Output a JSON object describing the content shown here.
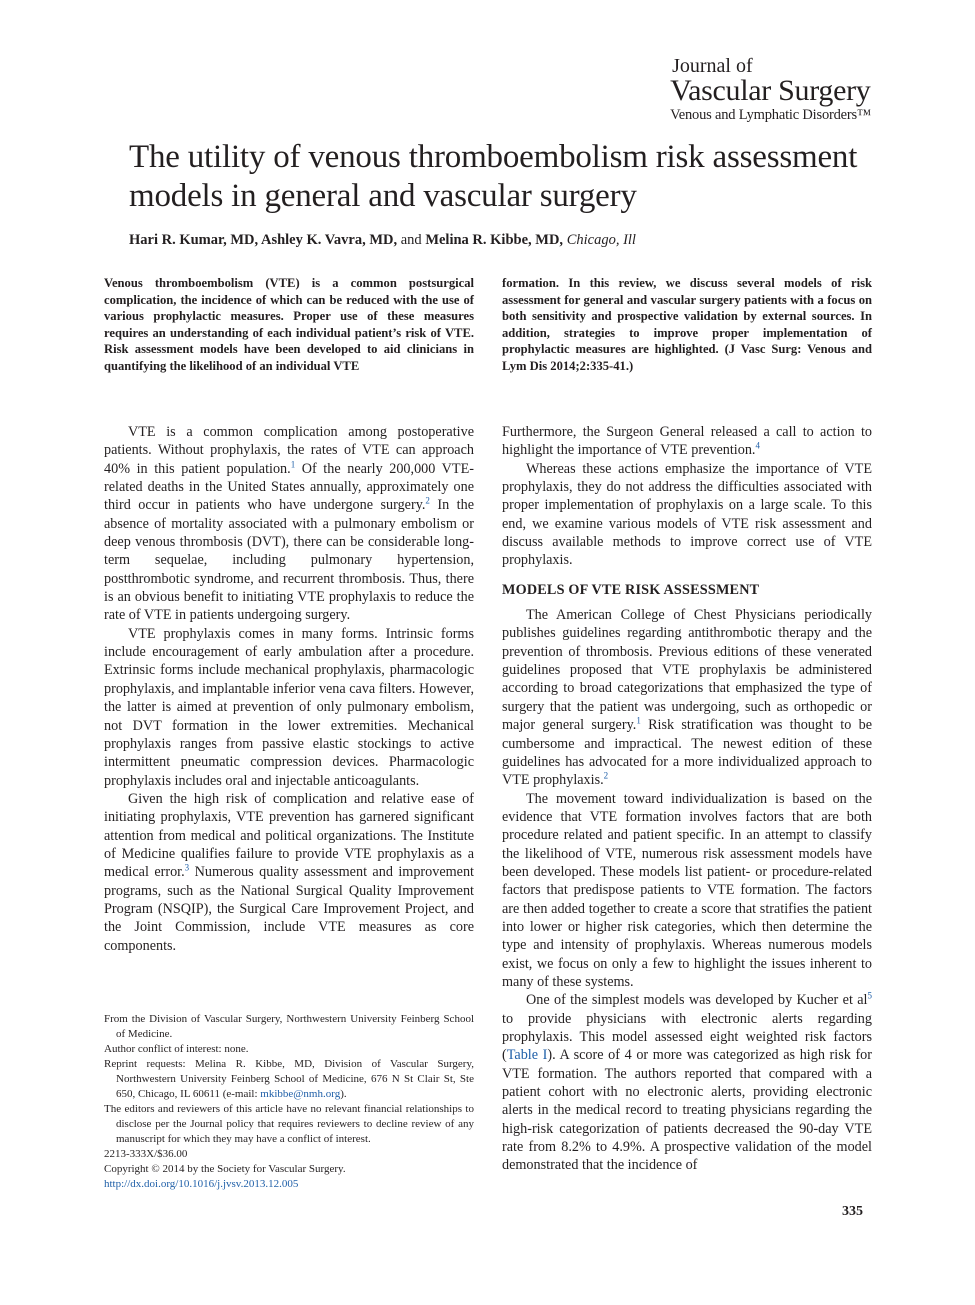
{
  "journal": {
    "line1": "Journal of",
    "line2": "Vascular Surgery",
    "line3": "Venous and Lymphatic Disorders™"
  },
  "title": "The utility of venous thromboembolism risk assessment models in general and vascular surgery",
  "authors": {
    "names": "Hari R. Kumar, MD, Ashley K. Vavra, MD,",
    "and": " and ",
    "last": "Melina R. Kibbe, MD,",
    "location": " Chicago, Ill"
  },
  "abstract": {
    "left": "Venous thromboembolism (VTE) is a common postsurgical complication, the incidence of which can be reduced with the use of various prophylactic measures. Proper use of these measures requires an understanding of each individual patient’s risk of VTE. Risk assessment models have been developed to aid clinicians in quantifying the likelihood of an individual VTE",
    "right": "formation. In this review, we discuss several models of risk assessment for general and vascular surgery patients with a focus on both sensitivity and prospective validation by external sources. In addition, strategies to improve proper implementation of prophylactic measures are highlighted. (J Vasc Surg: Venous and Lym Dis 2014;2:335-41.)"
  },
  "body_left": {
    "p1a": "VTE is a common complication among postoperative patients. Without prophylaxis, the rates of VTE can approach 40% in this patient population.",
    "p1_ref1": "1",
    "p1b": " Of the nearly 200,000 VTE-related deaths in the United States annually, approximately one third occur in patients who have undergone surgery.",
    "p1_ref2": "2",
    "p1c": " In the absence of mortality associated with a pulmonary embolism or deep venous thrombosis (DVT), there can be considerable long-term sequelae, including pulmonary hypertension, postthrombotic syndrome, and recurrent thrombosis. Thus, there is an obvious benefit to initiating VTE prophylaxis to reduce the rate of VTE in patients undergoing surgery.",
    "p2": "VTE prophylaxis comes in many forms. Intrinsic forms include encouragement of early ambulation after a procedure. Extrinsic forms include mechanical prophylaxis, pharmacologic prophylaxis, and implantable inferior vena cava filters. However, the latter is aimed at prevention of only pulmonary embolism, not DVT formation in the lower extremities. Mechanical prophylaxis ranges from passive elastic stockings to active intermittent pneumatic compression devices. Pharmacologic prophylaxis includes oral and injectable anticoagulants.",
    "p3a": "Given the high risk of complication and relative ease of initiating prophylaxis, VTE prevention has garnered significant attention from medical and political organizations. The Institute of Medicine qualifies failure to provide VTE prophylaxis as a medical error.",
    "p3_ref": "3",
    "p3b": " Numerous quality assessment and improvement programs, such as the National Surgical Quality Improvement Program (NSQIP), the Surgical Care Improvement Project, and the Joint Commission, include VTE measures as core components."
  },
  "footnotes": {
    "affiliation": "From the Division of Vascular Surgery, Northwestern University Feinberg School of Medicine.",
    "conflict": "Author conflict of interest: none.",
    "reprint_a": "Reprint requests: Melina R. Kibbe, MD, Division of Vascular Surgery, Northwestern University Feinberg School of Medicine, 676 N St Clair St, Ste 650, Chicago, IL 60611 (e-mail: ",
    "reprint_email": "mkibbe@nmh.org",
    "reprint_b": ").",
    "editors": "The editors and reviewers of this article have no relevant financial relationships to disclose per the Journal policy that requires reviewers to decline review of any manuscript for which they may have a conflict of interest.",
    "issn": "2213-333X/$36.00",
    "copyright": "Copyright © 2014 by the Society for Vascular Surgery.",
    "doi": "http://dx.doi.org/10.1016/j.jvsv.2013.12.005"
  },
  "body_right": {
    "p0a": "Furthermore, the Surgeon General released a call to action to highlight the importance of VTE prevention.",
    "p0_ref": "4",
    "p1": "Whereas these actions emphasize the importance of VTE prophylaxis, they do not address the difficulties associated with proper implementation of prophylaxis on a large scale. To this end, we examine various models of VTE risk assessment and discuss available methods to improve correct use of VTE prophylaxis.",
    "heading": "MODELS OF VTE RISK ASSESSMENT",
    "p2a": "The American College of Chest Physicians periodically publishes guidelines regarding antithrombotic therapy and the prevention of thrombosis. Previous editions of these venerated guidelines proposed that VTE prophylaxis be administered according to broad categorizations that emphasized the type of surgery that the patient was undergoing, such as orthopedic or major general surgery.",
    "p2_ref1": "1",
    "p2b": " Risk stratification was thought to be cumbersome and impractical. The newest edition of these guidelines has advocated for a more individualized approach to VTE prophylaxis.",
    "p2_ref2": "2",
    "p3": "The movement toward individualization is based on the evidence that VTE formation involves factors that are both procedure related and patient specific. In an attempt to classify the likelihood of VTE, numerous risk assessment models have been developed. These models list patient- or procedure-related factors that predispose patients to VTE formation. The factors are then added together to create a score that stratifies the patient into lower or higher risk categories, which then determine the type and intensity of prophylaxis. Whereas numerous models exist, we focus on only a few to highlight the issues inherent to many of these systems.",
    "p4a": "One of the simplest models was developed by Kucher et al",
    "p4_ref": "5",
    "p4b": " to provide physicians with electronic alerts regarding prophylaxis. This model assessed eight weighted risk factors (",
    "p4_table": "Table I",
    "p4c": "). A score of 4 or more was categorized as high risk for VTE formation. The authors reported that compared with a patient cohort with no electronic alerts, providing electronic alerts in the medical record to treating physicians regarding the high-risk categorization of patients decreased the 90-day VTE rate from 8.2% to 4.9%. A prospective validation of the model demonstrated that the incidence of"
  },
  "page_number": "335"
}
